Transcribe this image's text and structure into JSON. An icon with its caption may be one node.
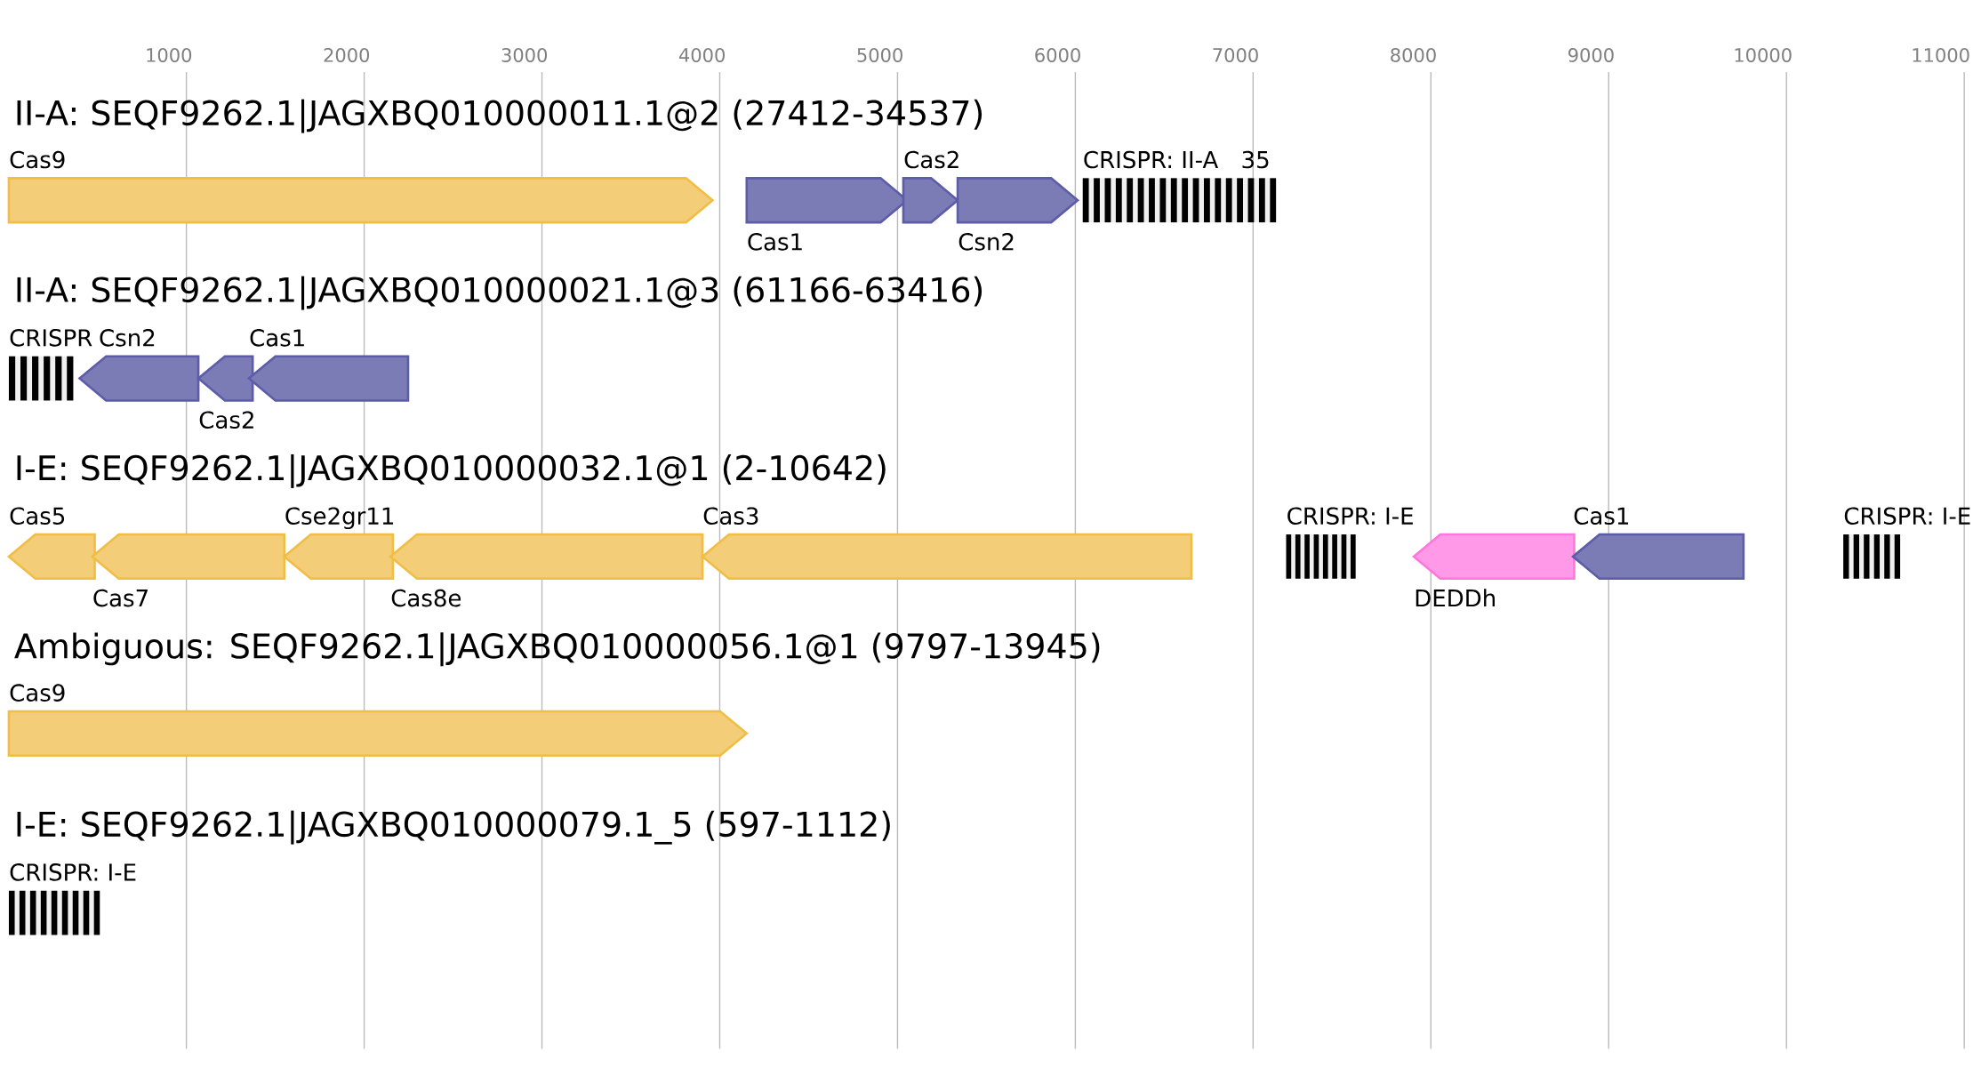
{
  "diagram": {
    "nodes": [
      {
        "text": [
          "Cas9"
        ]
      },
      {
        "text": [
          "Cas1"
        ]
      },
      {
        "text": [
          "Cas2"
        ]
      },
      {
        "text": [
          "Csn2"
        ]
      },
      {
        "text": [
          "CRISPR: II-A"
        ]
      },
      {
        "text": [
          "CRISPR"
        ]
      },
      {
        "text": [
          "Csn2"
        ]
      },
      {
        "text": [
          "Cas2"
        ]
      },
      {
        "text": [
          "Cas1"
        ]
      },
      {
        "text": [
          "Cas5"
        ]
      },
      {
        "text": [
          "Cas7"
        ]
      },
      {
        "text": [
          "Cse2gr11"
        ]
      },
      {
        "text": [
          "Cas8e"
        ]
      },
      {
        "text": [
          "Cas3"
        ]
      },
      {
        "text": [
          "CRISPR: I-E"
        ]
      },
      {
        "text": [
          "DEDDh"
        ]
      },
      {
        "text": [
          "Cas1"
        ]
      },
      {
        "text": [
          "CRISPR: I-E"
        ]
      },
      {
        "text": [
          "Cas9"
        ]
      },
      {
        "text": [
          "CRISPR: I-E"
        ]
      }
    ],
    "labels": [
      "1000",
      "2000",
      "3000",
      "4000",
      "5000",
      "6000",
      "7000",
      "8000",
      "9000",
      "10000",
      "11000",
      "II-A: SEQF9262.1|JAGXBQ010000011.1@2 (27412-34537)",
      "35",
      "II-A: SEQF9262.1|JAGXBQ010000021.1@3 (61166-63416)",
      "I-E: SEQF9262.1|JAGXBQ010000032.1@1 (2-10642)",
      "Ambiguous: SEQF9262.1|JAGXBQ010000056.1@1 (9797-13945)",
      "I-E: SEQF9262.1|JAGXBQ010000079.1_5 (597-1112)"
    ]
  }
}
